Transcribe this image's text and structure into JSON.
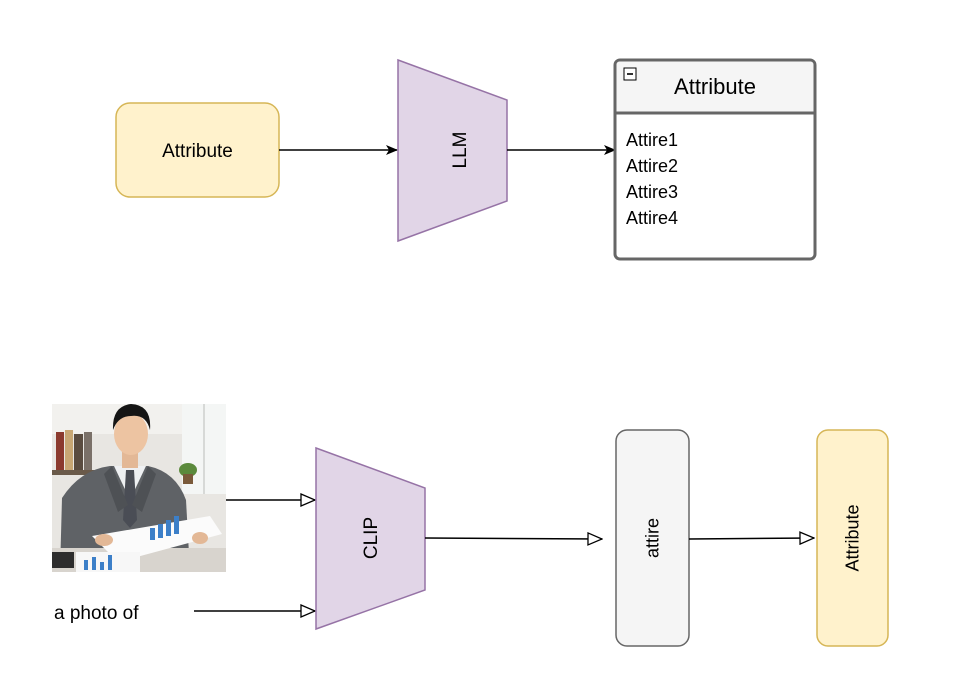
{
  "top": {
    "input_node": {
      "label": "Attribute"
    },
    "llm_node": {
      "label": "LLM"
    },
    "output_box": {
      "title": "Attribute",
      "items": [
        "Attire1",
        "Attire2",
        "Attire3",
        "Attire4"
      ],
      "collapse_glyph": "minus-box-icon"
    }
  },
  "bottom": {
    "photo": {
      "icon": "businessman-photo"
    },
    "text_prompt": {
      "label": "a photo of"
    },
    "clip_node": {
      "label": "CLIP"
    },
    "attire_node": {
      "label": "attire"
    },
    "attribute_node": {
      "label": "Attribute"
    }
  },
  "colors": {
    "attribute_fill": "#fff2cc",
    "attribute_stroke": "#d6b656",
    "model_fill": "#e1d5e7",
    "model_stroke": "#9673a6",
    "gray_fill": "#f5f5f5",
    "gray_stroke": "#666666",
    "box_header": "#f5f5f5"
  }
}
